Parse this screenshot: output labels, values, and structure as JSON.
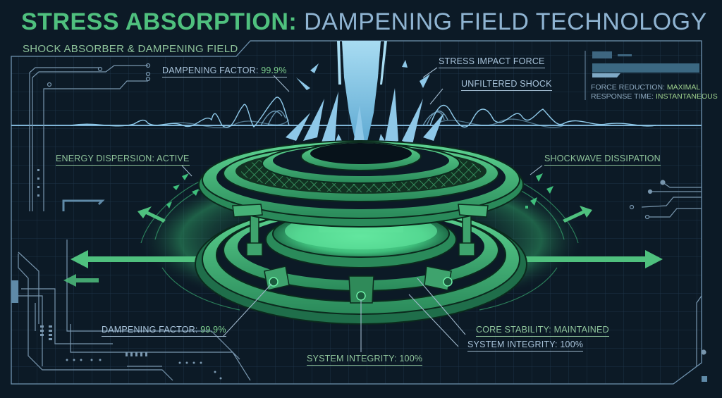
{
  "header": {
    "title_highlight": "STRESS ABSORPTION:",
    "title_rest": " DAMPENING FIELD TECHNOLOGY",
    "subtitle": "SHOCK ABSORBER & DAMPENING FIELD"
  },
  "info_panel": {
    "rows": [
      {
        "label": "FORCE REDUCTION: ",
        "value": "MAXIMAL"
      },
      {
        "label": "RESPONSE TIME: ",
        "value": "INSTANTANEOUS"
      }
    ]
  },
  "callouts": {
    "dampening_top": {
      "label": "DAMPENING FACTOR: ",
      "value": "99.9%"
    },
    "stress_impact": {
      "label": "STRESS IMPACT FORCE"
    },
    "unfiltered_shock": {
      "label": "UNFILTERED SHOCK"
    },
    "energy_dispersion": {
      "label": "ENERGY DISPERSION: ACTIVE"
    },
    "shockwave_dissipation": {
      "label": "SHOCKWAVE DISSIPATION"
    },
    "dampening_bottom": {
      "label": "DAMPENING FACTOR: ",
      "value": "99.9%"
    },
    "core_stability": {
      "label": "CORE STABILITY: MAINTAINED"
    },
    "system_integrity_right": {
      "label": "SYSTEM INTEGRITY: 100%"
    },
    "system_integrity_center": {
      "label": "SYSTEM INTEGRITY: 100%"
    }
  },
  "colors": {
    "background": "#0c1a26",
    "accent_green": "#4fc07e",
    "accent_blue": "#8fb4d2",
    "grid": "#1d3346",
    "shock_blue": "#8ec8e8"
  }
}
